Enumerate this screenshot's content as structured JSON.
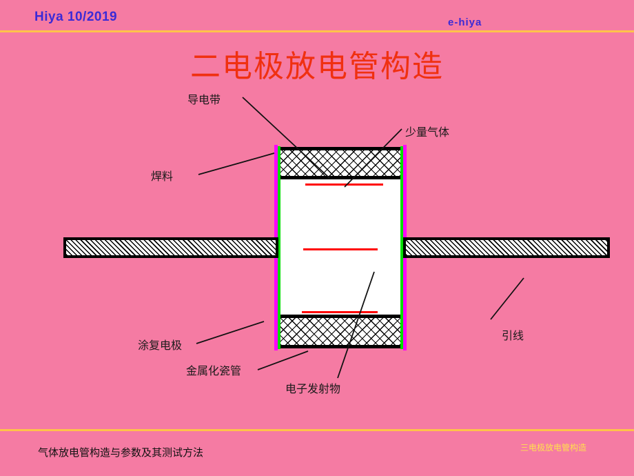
{
  "header": {
    "left_text": "Hiya 10/2019",
    "right_text": "e-hiya",
    "accent_color": "#ffc24a",
    "text_color": "#3b2ad6"
  },
  "title": {
    "text": "二电极放电管构造",
    "color": "#f03010"
  },
  "footer": {
    "left_text": "气体放电管构造与参数及其测试方法",
    "right_text": "三电极放电管构造",
    "right_color": "#ffe14d",
    "accent_color": "#ffc24a"
  },
  "background_color": "#f57ba3",
  "diagram": {
    "name": "two-electrode-gas-discharge-tube-cross-section",
    "labels": [
      {
        "id": "conductive-strip",
        "text": "导电带"
      },
      {
        "id": "small-gas",
        "text": "少量气体"
      },
      {
        "id": "solder",
        "text": "焊料"
      },
      {
        "id": "lead-wire",
        "text": "引线"
      },
      {
        "id": "coated-electrode",
        "text": "涂复电极"
      },
      {
        "id": "metallized-ceramic-tube",
        "text": "金属化瓷管"
      },
      {
        "id": "electron-emitter",
        "text": "电子发射物"
      }
    ],
    "colors": {
      "outer_wall": "#ff00ff",
      "inner_wall": "#00e000",
      "electrode_line": "#ff0000",
      "outline": "#000000",
      "cavity": "#ffffff"
    }
  }
}
